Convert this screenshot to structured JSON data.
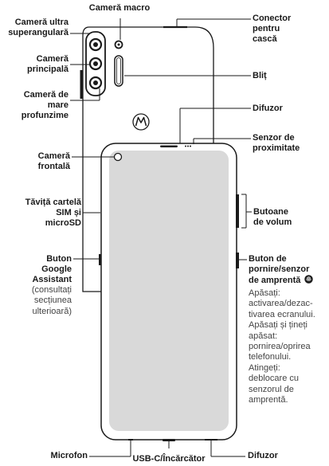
{
  "labels": {
    "camera_macro": "Cameră macro",
    "camera_ultrawide": [
      "Cameră ultra",
      "superangulară"
    ],
    "camera_main": [
      "Cameră",
      "principală"
    ],
    "camera_depth": [
      "Cameră de",
      "mare",
      "profunzime"
    ],
    "headset_jack": [
      "Conector",
      "pentru",
      "cască"
    ],
    "flash": "Bliț",
    "speaker_top": "Difuzor",
    "proximity_sensor": [
      "Senzor de",
      "proximitate"
    ],
    "camera_front": [
      "Cameră",
      "frontală"
    ],
    "sim_tray": [
      "Tăviță cartelă",
      "SIM și",
      "microSD"
    ],
    "volume_buttons": [
      "Butoane",
      "de volum"
    ],
    "assistant_button": [
      "Buton",
      "Google",
      "Assistant"
    ],
    "assistant_note": [
      "(consultați",
      "secțiunea",
      "ulterioară)"
    ],
    "power_button": [
      "Buton de",
      "pornire/senzor",
      "de amprentă"
    ],
    "power_description": [
      "Apăsați:",
      "activarea/dezac-",
      "tivarea ecranului.",
      "Apăsați și țineți",
      "apăsat:",
      "pornirea/oprirea",
      "telefonului.",
      "Atingeți:",
      "deblocare cu",
      "senzorul de",
      "amprentă."
    ],
    "microphone": "Microfon",
    "usb_charger": "USB-C/Încărcător",
    "speaker_bottom": "Difuzor"
  },
  "icons": {
    "fingerprint": "fingerprint-icon",
    "brand_logo": "motorola-logo-icon"
  },
  "colors": {
    "outline": "#1a1a1a",
    "screen": "#d9d9d9",
    "body": "#ffffff"
  }
}
